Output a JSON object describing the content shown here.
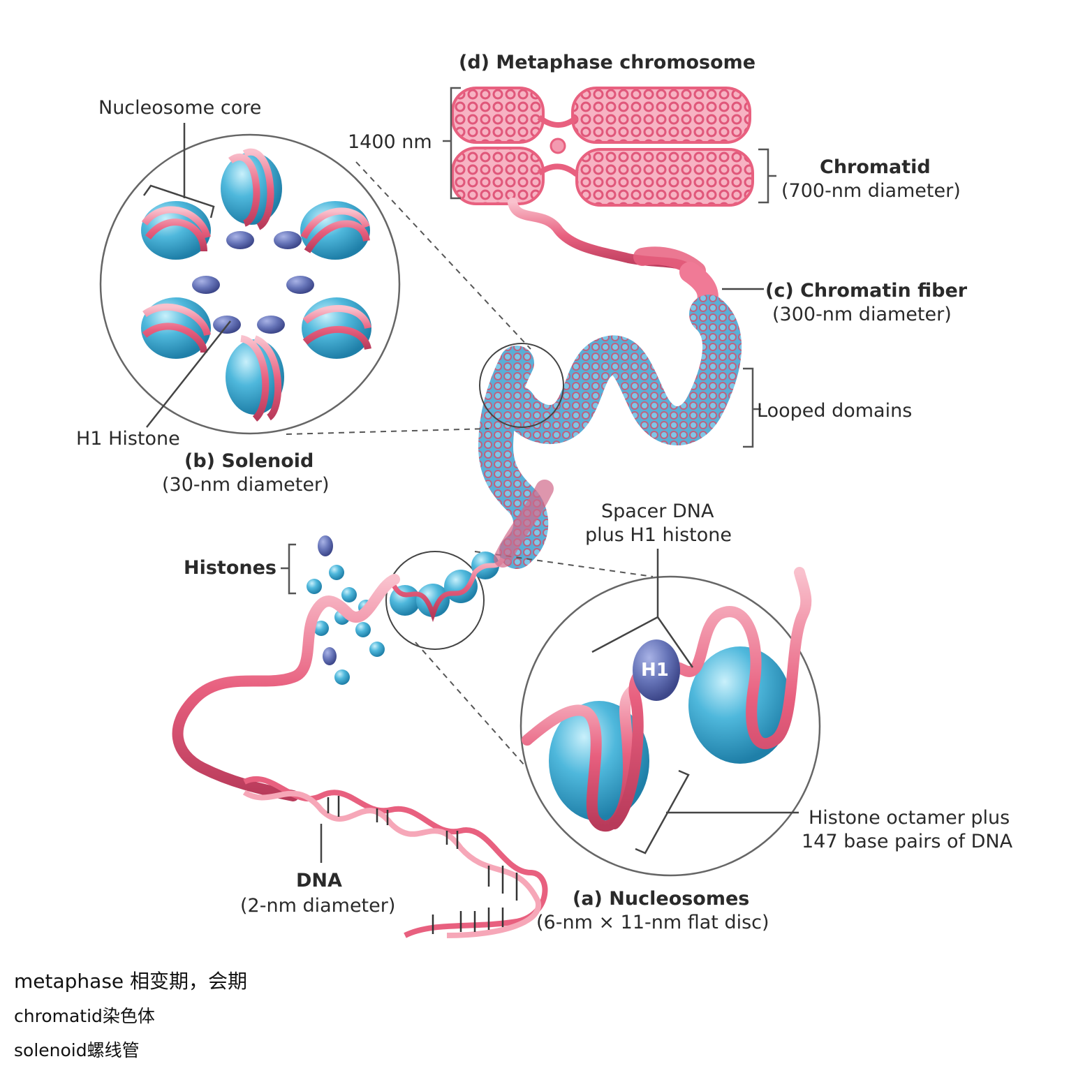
{
  "diagram": {
    "labels": {
      "metaphase_title": "(d) Metaphase chromosome",
      "nucleosome_core": "Nucleosome core",
      "scale_1400": "1400 nm",
      "chromatid": "Chromatid",
      "chromatid_diameter": "(700-nm diameter)",
      "chromatin_fiber": "(c) Chromatin fiber",
      "chromatin_fiber_diameter": "(300-nm diameter)",
      "looped_domains": "Looped domains",
      "h1_histone": "H1 Histone",
      "solenoid": "(b) Solenoid",
      "solenoid_diameter": "(30-nm diameter)",
      "spacer_dna_line1": "Spacer DNA",
      "spacer_dna_line2": "plus H1 histone",
      "histones": "Histones",
      "h1": "H1",
      "histone_octamer_line1": "Histone octamer plus",
      "histone_octamer_line2": "147 base pairs of DNA",
      "dna": "DNA",
      "dna_diameter": "(2-nm diameter)",
      "nucleosomes": "(a) Nucleosomes",
      "nucleosomes_size": "(6-nm × 11-nm flat disc)"
    },
    "colors": {
      "dna_pink": "#e8607f",
      "dna_light": "#f6a7b8",
      "histone_blue": "#4fb8dc",
      "histone_light": "#8fd6ef",
      "h1_purple": "#6674b8",
      "line_gray": "#555555"
    }
  },
  "notes": [
    "metaphase 相变期，会期",
    "chromatid染色体",
    "solenoid螺线管"
  ]
}
